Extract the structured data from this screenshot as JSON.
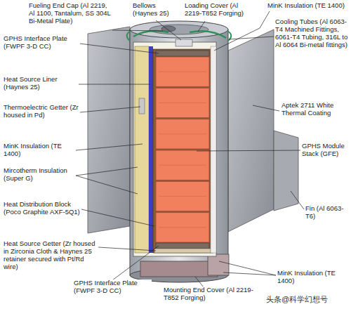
{
  "diagram": {
    "labels": [
      "Fueling End Cap (Al 2219, Al 1100, Tantalum, SS 304L Bi-Metal Plate)",
      "Bellows (Haynes 25)",
      "Loading Cover (Al 2219-T852 Forging)",
      "MinK Insulation (TE 1400)",
      "Cooling Tubes (Al 6063-T4 Machined Fittings, 6061-T4 Tubing, 316L to Al 6064 Bi-metal fittings)",
      "GPHS Interface Plate (FWPF 3-D CC)",
      "Heat Source Liner (Haynes 25)",
      "Thermoelectric Getter (Zr housed in Pd)",
      "Aptek 2711 White Thermal Coating",
      "MinK Insulation (TE 1400)",
      "GPHS Module Stack (GFE)",
      "Mircotherm Insulation (Super G)",
      "Fin (Al 6063-T6)",
      "Heat Distribution Block (Poco Graphite AXF-5Q1)",
      "Heat Source Getter (Zr housed in Zirconia Cloth & Haynes 25 retainer secured with Pt/Rd wire)",
      "GPHS Interface Plate (FWPF 3-D CC)",
      "Mounting End Cover (Al 2219-T852 Forging)",
      "MinK Insulation (TE 1400)",
      "头条@科学幻想号"
    ]
  }
}
